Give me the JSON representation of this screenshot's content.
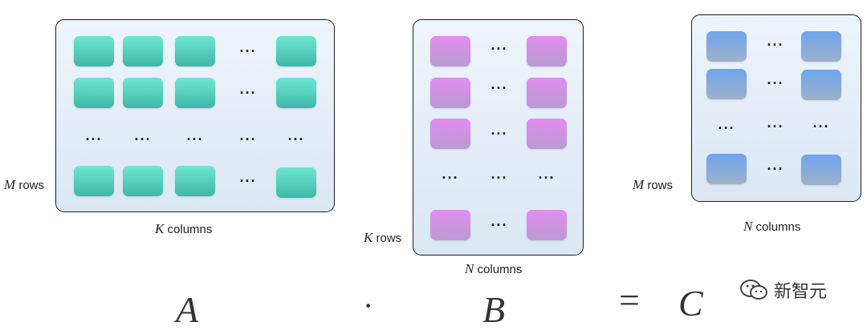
{
  "matrix_a": {
    "row_label_var": "M",
    "row_label_word": "rows",
    "col_label_var": "K",
    "col_label_word": "columns",
    "symbol": "A"
  },
  "matrix_b": {
    "row_label_var": "K",
    "row_label_word": "rows",
    "col_label_var": "N",
    "col_label_word": "columns",
    "symbol": "B"
  },
  "matrix_c": {
    "row_label_var": "M",
    "row_label_word": "rows",
    "col_label_var": "N",
    "col_label_word": "columns",
    "symbol": "C"
  },
  "operators": {
    "multiply": "·",
    "equals": "="
  },
  "ellipsis": "···",
  "watermark": {
    "text": "新智元"
  },
  "colors": {
    "a_cells": "#4fd0be",
    "b_cells": "#d98ee8",
    "c_cells": "#7fa8e0",
    "matrix_bg": "#e3ecf6"
  }
}
